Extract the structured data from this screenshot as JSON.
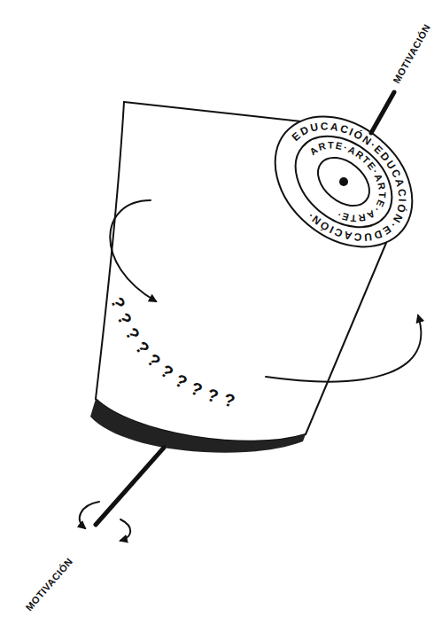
{
  "diagram": {
    "labels": [
      "MOTIVACIÓN",
      "EDUCACIÓN·EDUCACIÓN·EDUCACIÓN·",
      "ARTE·ARTE·ARTE·ARTE·",
      "??????????",
      "MOTIVACIÓN"
    ]
  }
}
